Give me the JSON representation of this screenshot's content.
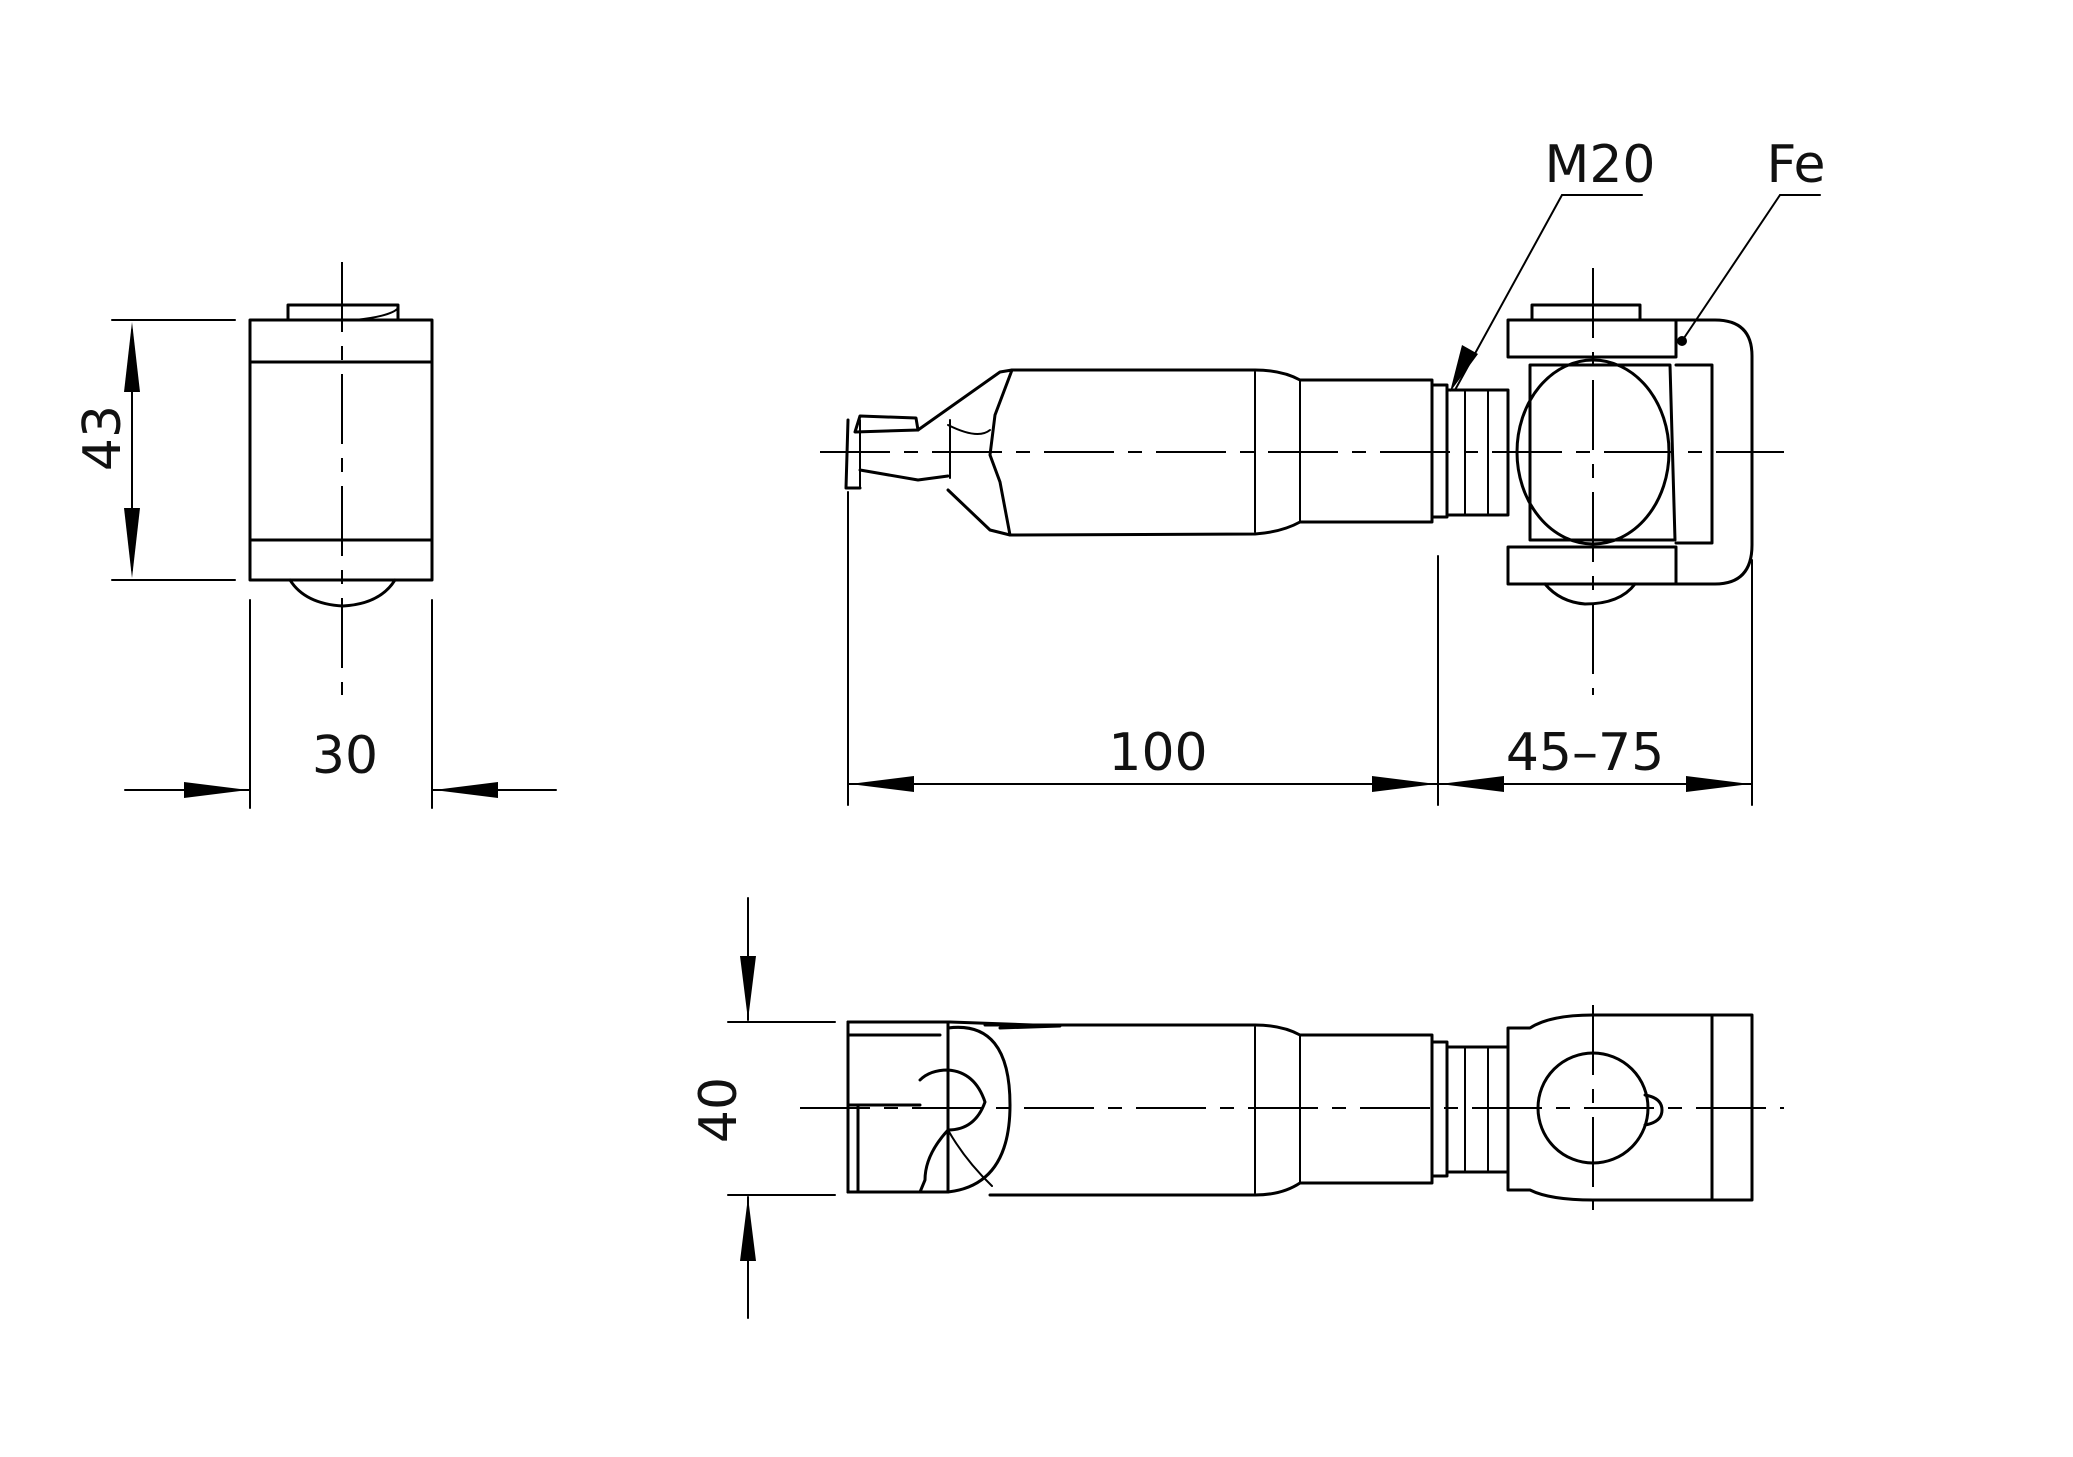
{
  "dimensions": {
    "side_height": "43",
    "side_width": "30",
    "shaft_length": "100",
    "hinge_range": "45–75",
    "top_width": "40"
  },
  "callouts": {
    "thread": "M20",
    "material": "Fe"
  },
  "colors": {
    "line": "#000000",
    "background": "#ffffff"
  }
}
